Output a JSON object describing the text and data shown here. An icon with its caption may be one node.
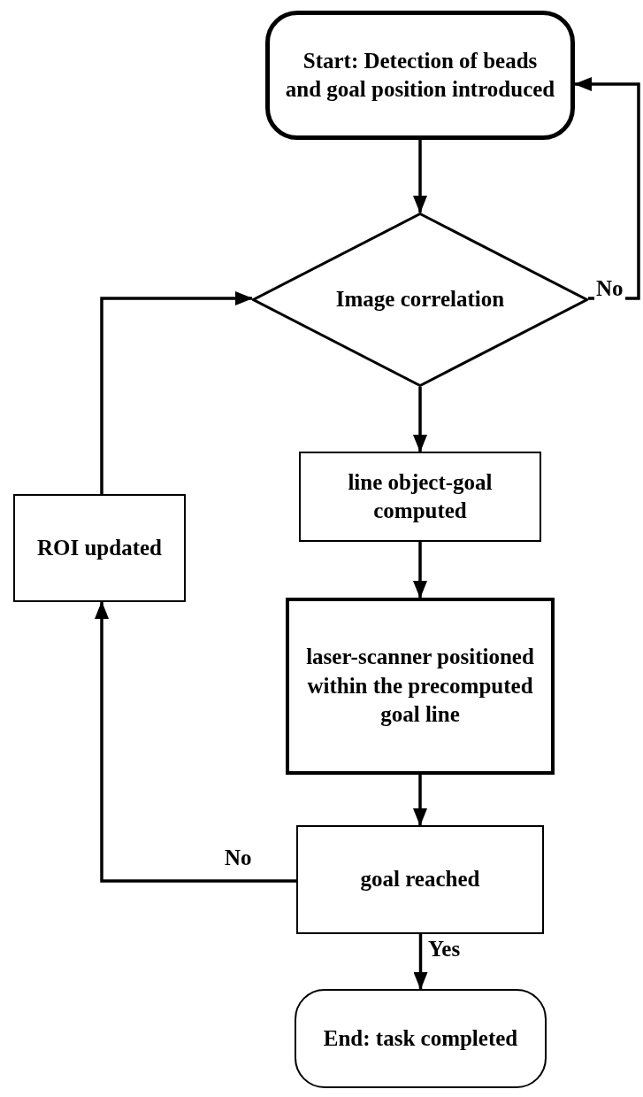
{
  "diagram": {
    "nodes": [
      {
        "text": [
          "Start: Detection of beads and goal position introduced"
        ]
      },
      {
        "text": [
          "Image correlation"
        ]
      },
      {
        "text": [
          "line object-goal computed"
        ]
      },
      {
        "text": [
          "ROI updated"
        ]
      },
      {
        "text": [
          "laser-scanner positioned within the precomputed goal line"
        ]
      },
      {
        "text": [
          "goal reached"
        ]
      },
      {
        "text": [
          "End: task completed"
        ]
      }
    ],
    "edges": [
      {
        "from": 0,
        "to": 1,
        "arrow": "to"
      },
      {
        "from": 1,
        "to": 2,
        "arrow": "to"
      },
      {
        "from": 2,
        "to": 4,
        "arrow": "to"
      },
      {
        "from": 4,
        "to": 5,
        "arrow": "to"
      },
      {
        "from": 5,
        "to": 6,
        "arrow": "to",
        "label": "Yes"
      },
      {
        "from": 5,
        "to": 3,
        "arrow": "to",
        "label": "No"
      },
      {
        "from": 3,
        "to": 1,
        "arrow": "to"
      },
      {
        "from": 1,
        "to": 0,
        "arrow": "to",
        "label": "No"
      }
    ]
  }
}
